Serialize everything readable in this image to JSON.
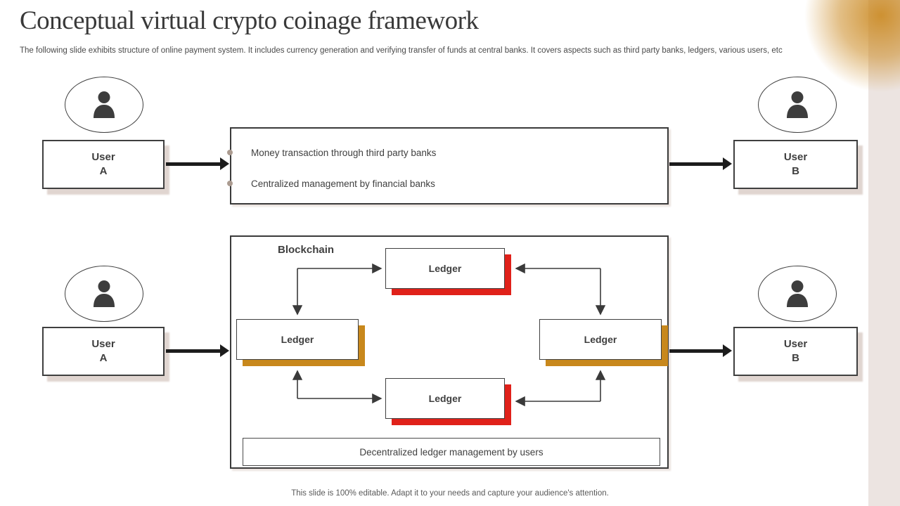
{
  "slide": {
    "title": "Conceptual virtual crypto coinage framework",
    "subtitle": "The following slide exhibits structure of online payment system. It includes currency generation and verifying transfer of funds at central banks. It covers aspects such as third party banks, ledgers, various users, etc",
    "footer": "This slide is 100% editable. Adapt it to your needs and capture your audience's attention."
  },
  "top_flow": {
    "user_a": {
      "label": "User",
      "letter": "A"
    },
    "user_b": {
      "label": "User",
      "letter": "B"
    },
    "bullets": [
      "Money transaction through third party banks",
      "Centralized management by financial banks"
    ]
  },
  "bottom_flow": {
    "user_a": {
      "label": "User",
      "letter": "A"
    },
    "user_b": {
      "label": "User",
      "letter": "B"
    },
    "container_label": "Blockchain",
    "ledger_top": "Ledger",
    "ledger_left": "Ledger",
    "ledger_right": "Ledger",
    "ledger_bottom": "Ledger",
    "caption": "Decentralized ledger management by users"
  },
  "icons": {
    "avatar": "person-icon"
  },
  "colors": {
    "border_dark": "#3f3f3f",
    "text_dark": "#3f3f3f",
    "text_gray": "#595959",
    "arrow_black": "#1c1c1c",
    "ledger_shadow_red": "#e0211a",
    "ledger_shadow_gold": "#c8881c",
    "box_shadow_soft": "#e0d5d0",
    "accent_bar": "#ece4e1",
    "corner_glow": "#cb8a23",
    "bullet_dot": "#ab9b90"
  }
}
